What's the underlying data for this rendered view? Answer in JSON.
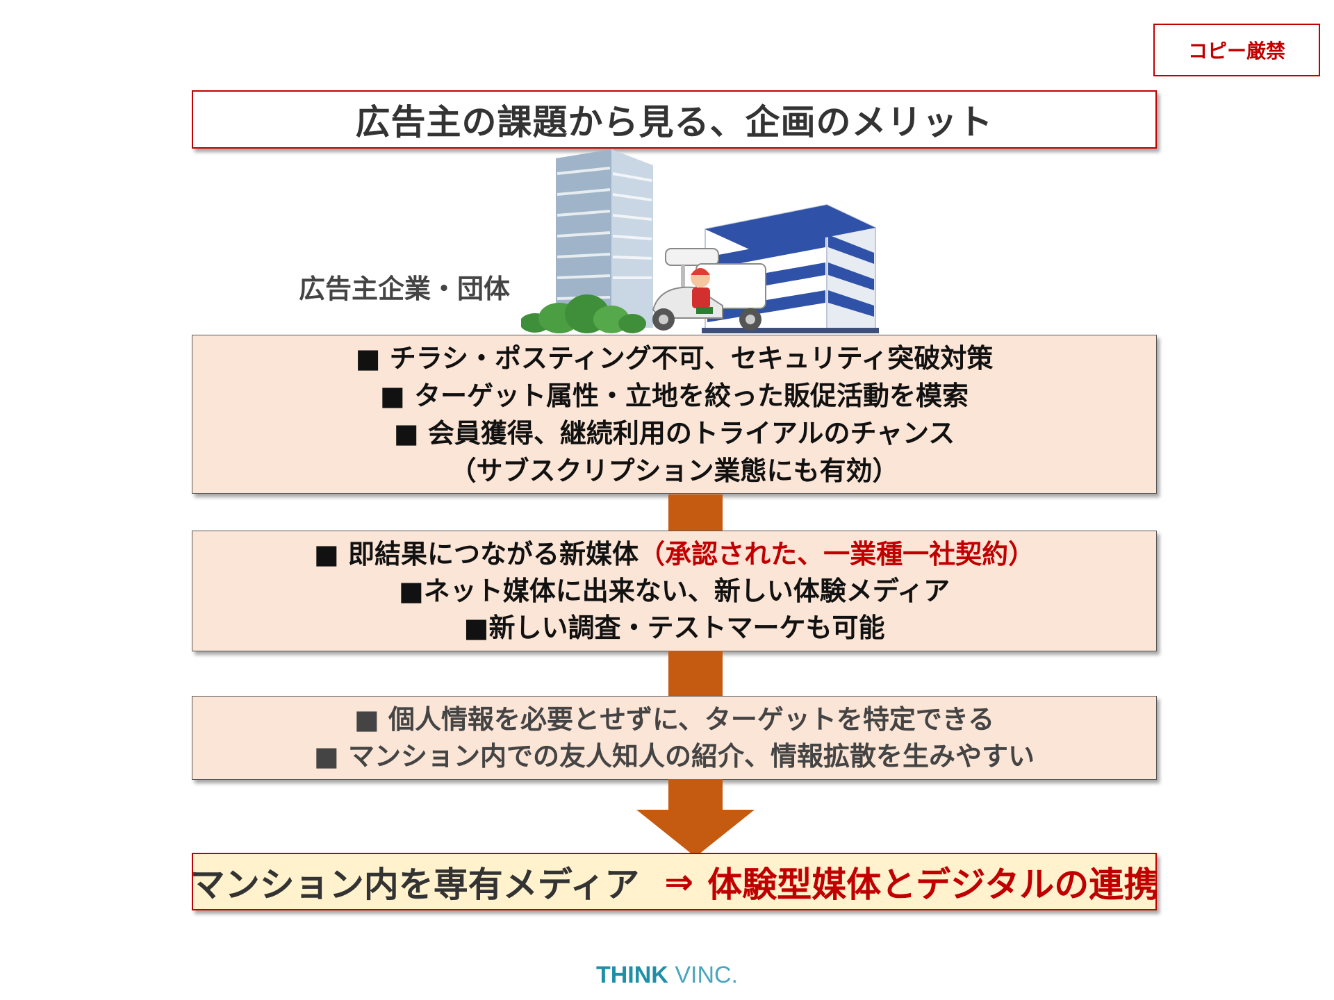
{
  "badge": {
    "text": "コピー厳禁"
  },
  "title": "広告主の課題から見る、企画のメリット",
  "company_label": "広告主企業・団体",
  "box1": {
    "lines": [
      "■ チラシ・ポスティング不可、セキュリティ突破対策",
      "■ ターゲット属性・立地を絞った販促活動を模索",
      "■ 会員獲得、継続利用のトライアルのチャンス",
      "（サブスクリプション業態にも有効）"
    ]
  },
  "box2": {
    "line1_main": "■ 即結果につながる新媒体",
    "line1_note": "（承認された、一業種一社契約）",
    "line2": "■ネット媒体に出来ない、新しい体験メディア",
    "line3": "■新しい調査・テストマーケも可能"
  },
  "box3": {
    "lines": [
      "■ 個人情報を必要とせずに、ターゲットを特定できる",
      "■ マンション内での友人知人の紹介、情報拡散を生みやすい"
    ]
  },
  "conclusion": {
    "left": "マンション内を専有メディア",
    "arrow": "⇒",
    "right": "体験型媒体とデジタルの連携"
  },
  "logo": {
    "strong": "THINK",
    "light": " VINC."
  },
  "colors": {
    "accent_red": "#c00000",
    "arrow_orange": "#c55a11",
    "box_fill": "#fbe5d6",
    "conclusion_fill": "#fff2cc"
  },
  "icons": [
    "office-buildings-icon",
    "delivery-scooter-icon",
    "shrubs-icon"
  ]
}
